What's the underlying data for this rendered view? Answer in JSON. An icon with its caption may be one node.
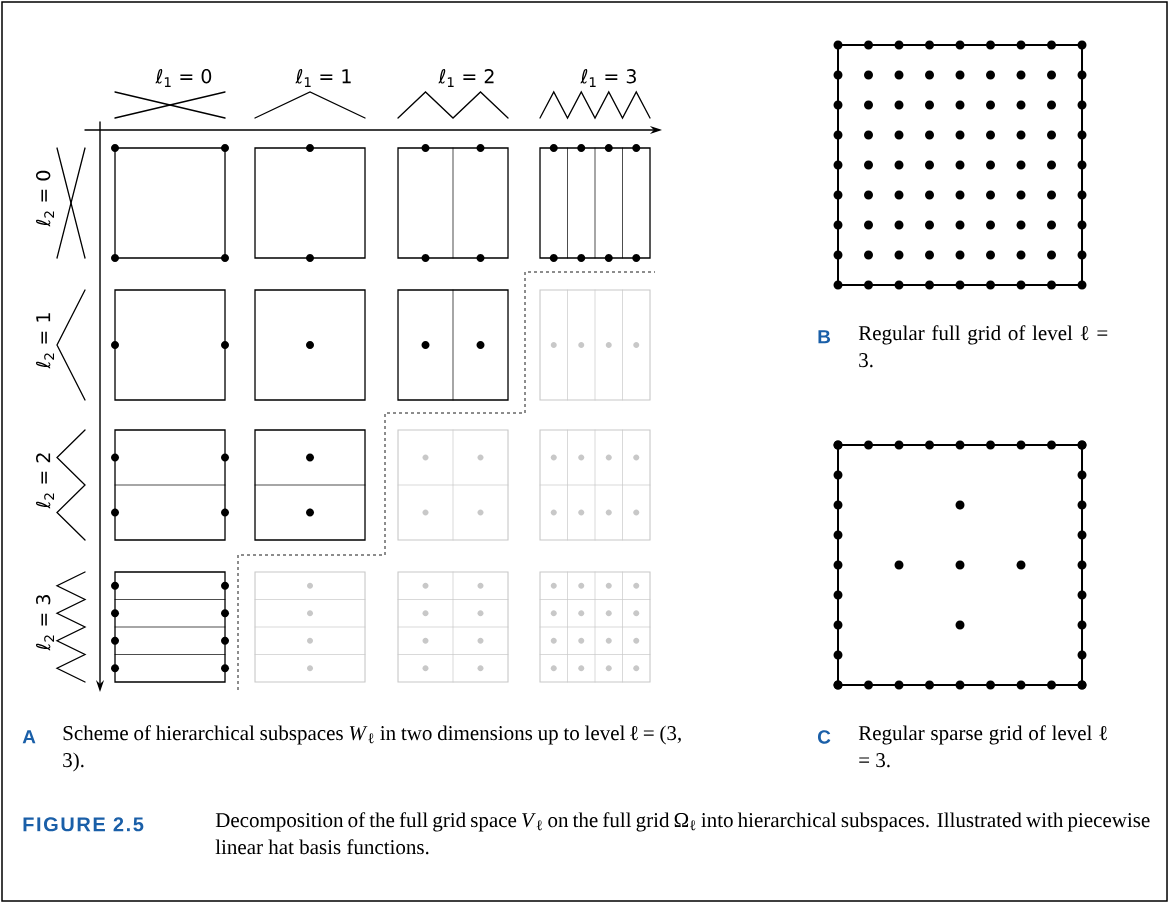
{
  "diagram": {
    "caption": "Decomposition of the full grid space *V*$_{ℓ}$ on the full grid Ω$_{ℓ}$ into hierarchical subspaces. Illustrated with piecewise linear hat basis functions.",
    "labels": [
      "ℓ$_{1}$ = 0",
      "ℓ$_{1}$ = 1",
      "ℓ$_{1}$ = 2",
      "ℓ$_{1}$ = 3",
      "ℓ$_{2}$ = 0",
      "ℓ$_{2}$ = 1",
      "ℓ$_{2}$ = 2",
      "ℓ$_{2}$ = 3",
      "B",
      "Regular full grid of level ℓ = 3.",
      "A",
      "Scheme of hierarchical subspaces *W*$_{ℓ}$ in two dimensions up to level **ℓ** = (3, 3).",
      "C",
      "Regular sparse grid of level ℓ = 3.",
      "FIGURE 2.5"
    ]
  }
}
